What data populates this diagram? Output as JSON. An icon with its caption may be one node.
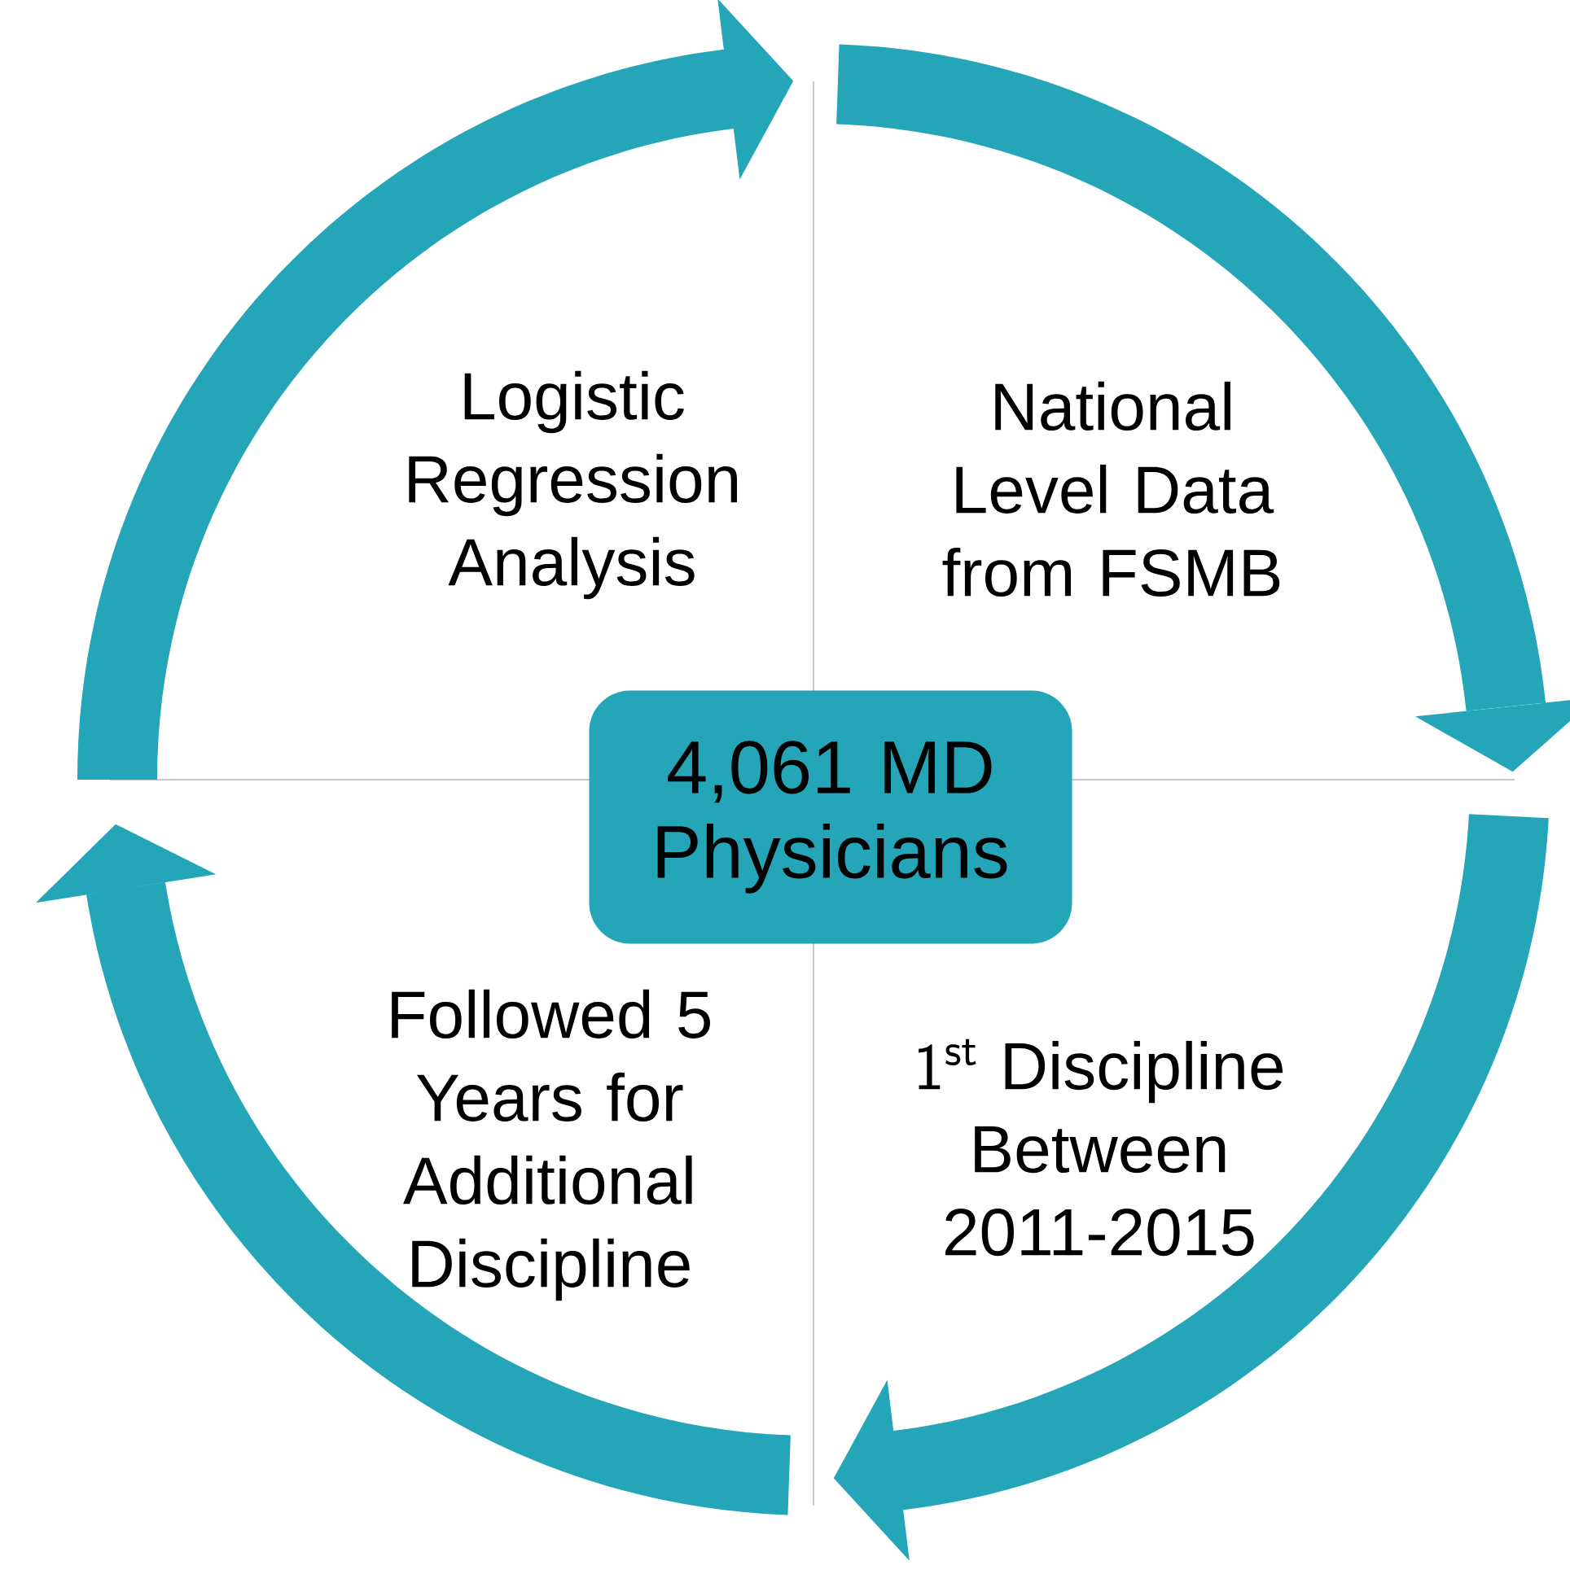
{
  "diagram": {
    "nodes": [
      {
        "text": [
          "Logistic Regression Analysis"
        ]
      },
      {
        "text": [
          "National Level Data from FSMB"
        ]
      },
      {
        "text": [
          "4,061 MD Physicians"
        ]
      },
      {
        "text": [
          "Followed 5 Years for Additional Discipline"
        ]
      },
      {
        "text": [
          "\\mathsf{1}^{\\mathsf{st}}",
          "Discipline Between 2011-2015"
        ]
      }
    ]
  }
}
